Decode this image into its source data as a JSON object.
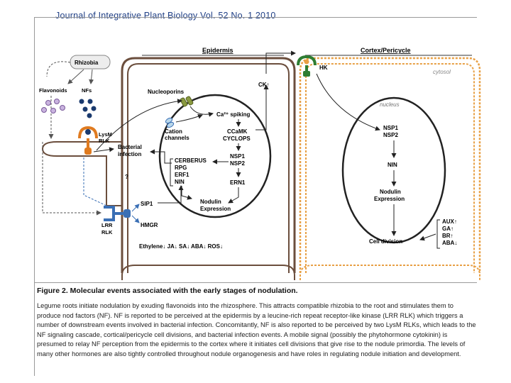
{
  "header": {
    "text": "Journal of Integrative Plant Biology    Vol. 52    No. 1    2010"
  },
  "diagram": {
    "regions": {
      "epidermis": "Epidermis",
      "cortex": "Cortex/Pericycle",
      "cytosol": "cytosol",
      "nucleus": "nucleus"
    },
    "left": {
      "rhizobia": "Rhizobia",
      "flavonoids": "Flavonoids",
      "nfs": "NFs",
      "lysm_1": "LysM",
      "lysm_2": "RLK",
      "question": "?",
      "lrr_1": "LRR",
      "lrr_2": "RLK"
    },
    "epidermis": {
      "nucleoporins": "Nucleoporins",
      "ca_spiking": "Ca²⁺ spiking",
      "cation_1": "Cation",
      "cation_2": "channels",
      "ccamk": "CCaMK",
      "cyclops": "CYCLOPS",
      "ck": "CK↑",
      "bacterial_1": "Bacterial",
      "bacterial_2": "infection",
      "genes_left": [
        "CERBERUS",
        "RPG",
        "ERF1",
        "NIN"
      ],
      "nsp1": "NSP1",
      "nsp2": "NSP2",
      "ern1": "ERN1",
      "nodulin_1": "Nodulin",
      "nodulin_2": "Expression",
      "sip1": "SIP1",
      "hmgr": "HMGR",
      "hormones": "Ethylene↓   JA↓   SA↓   ABA↓   ROS↓"
    },
    "cortex": {
      "hk": "HK",
      "nsp1": "NSP1",
      "nsp2": "NSP2",
      "nin": "NIN",
      "nodulin_1": "Nodulin",
      "nodulin_2": "Expression",
      "cell_division": "Cell division",
      "hormones": [
        "AUX↑",
        "GA↑",
        "BR↑",
        "ABA↓"
      ]
    },
    "colors": {
      "brown": "#6b4e3d",
      "orange": "#e8a045",
      "navy": "#1a3a6e",
      "lysm": "#e07b20",
      "receptor_green": "#2e7d32",
      "lrr": "#3a6fb5"
    }
  },
  "caption": {
    "title": "Figure 2. Molecular events associated with the early stages of nodulation.",
    "body": "Legume roots initiate nodulation by exuding flavonoids into the rhizosphere. This attracts compatible rhizobia to the root and stimulates them to produce nod factors (NF). NF is reported to be perceived at the epidermis by a leucine-rich repeat receptor-like kinase (LRR RLK) which triggers a number of downstream events involved in bacterial infection. Concomitantly, NF is also reported to be perceived by two LysM RLKs, which leads to the NF signaling cascade, cortical/pericycle cell divisions, and bacterial infection events. A mobile signal (possibly the phytohormone cytokinin) is presumed to relay NF perception from the epidermis to the cortex where it initiates cell divisions that give rise to the nodule primordia. The levels of many other hormones are also tightly controlled throughout nodule organogenesis and have roles in regulating nodule initiation and development."
  }
}
